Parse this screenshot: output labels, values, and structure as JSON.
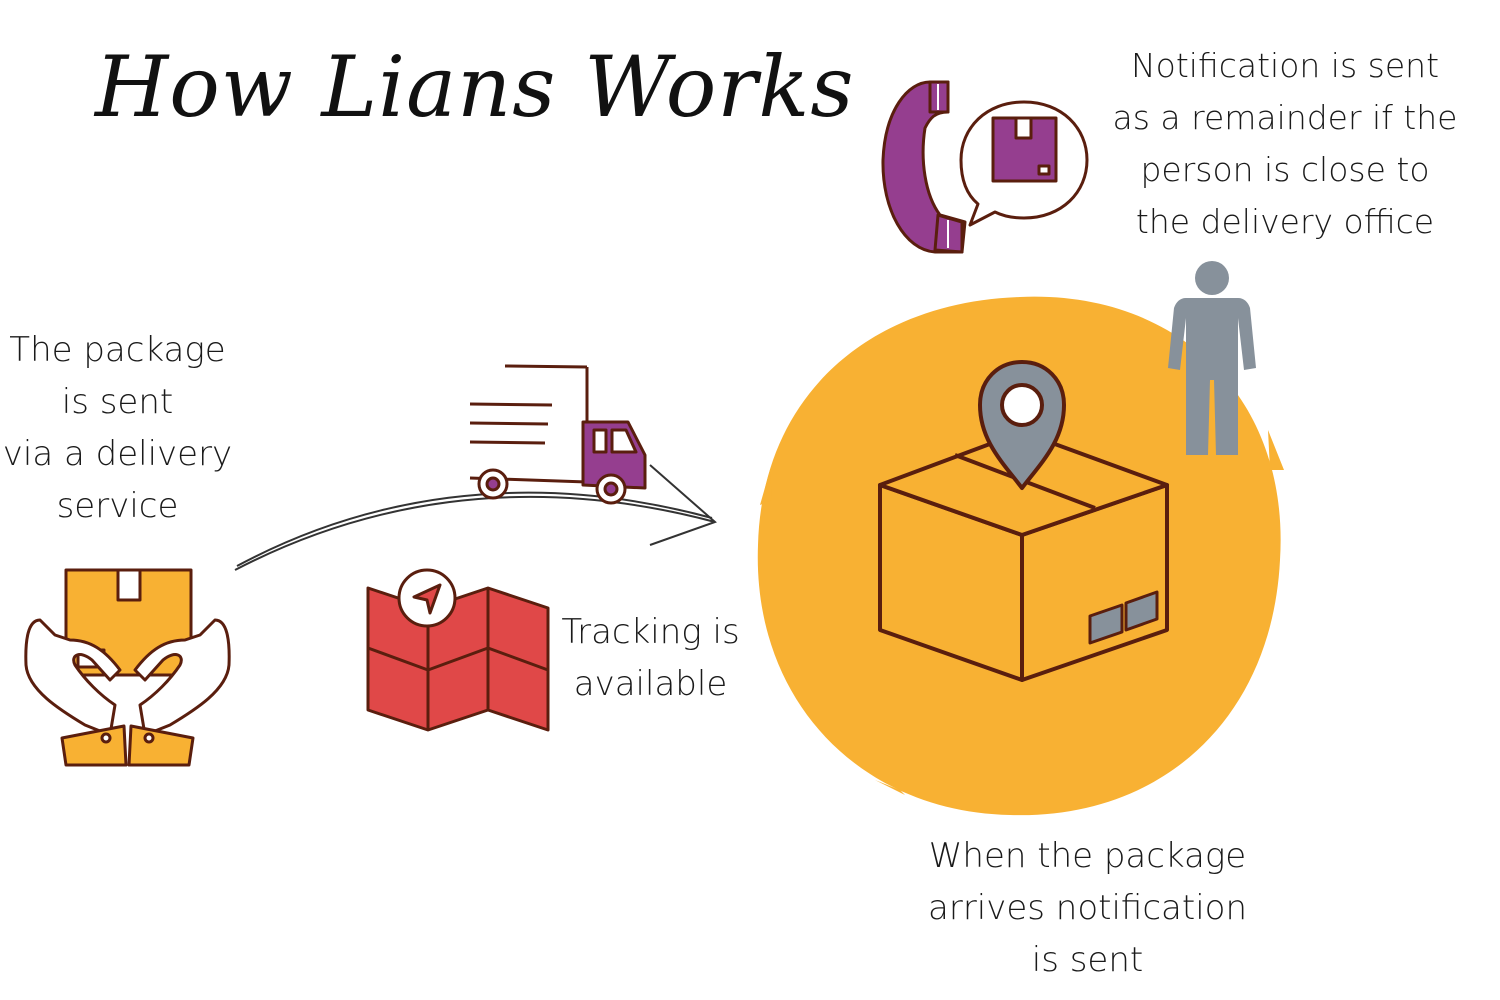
{
  "title": "How Lians Works",
  "steps": [
    {
      "lines": [
        "The package",
        "is sent",
        "via a delivery",
        "service"
      ]
    },
    {
      "lines": [
        "Tracking is",
        "available"
      ]
    },
    {
      "lines": [
        "When the package",
        "arrives notification",
        "is sent"
      ]
    },
    {
      "lines": [
        "Notification is sent",
        "as a remainder if the",
        "person is close to",
        "the delivery office"
      ]
    }
  ],
  "icons": [
    "hands-holding-box-icon",
    "truck-icon",
    "map-icon",
    "location-pin-icon",
    "package-box-icon",
    "person-icon",
    "phone-icon",
    "speech-bubble-icon"
  ],
  "colors": {
    "orange": "#F8B133",
    "outline": "#5A1E0E",
    "purple": "#953E8F",
    "red": "#E04848",
    "gray": "#87919B"
  }
}
